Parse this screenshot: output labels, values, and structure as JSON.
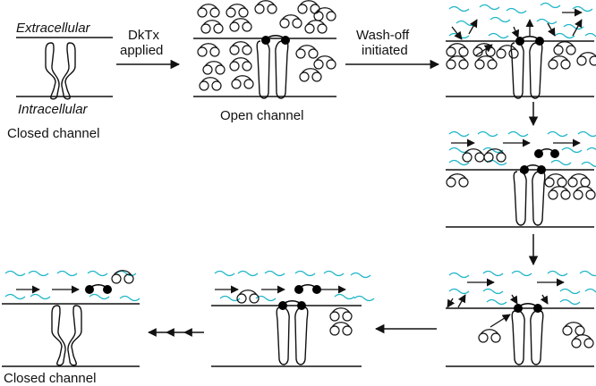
{
  "labels": {
    "extracellular": "Extracellular",
    "intracellular": "Intracellular",
    "closed_channel_1": "Closed channel",
    "dktx_line1": "DkTx",
    "dktx_line2": "applied",
    "open_channel": "Open channel",
    "washoff_line1": "Wash-off",
    "washoff_line2": "initiated",
    "closed_channel_2": "Closed channel"
  },
  "colors": {
    "line": "#111111",
    "water": "#1fb6c8",
    "toxin_bound": "#000000"
  },
  "icons": {
    "toxin": "toxin-double-loop-icon",
    "water": "water-wave-icon",
    "channel": "ion-channel-icon"
  }
}
